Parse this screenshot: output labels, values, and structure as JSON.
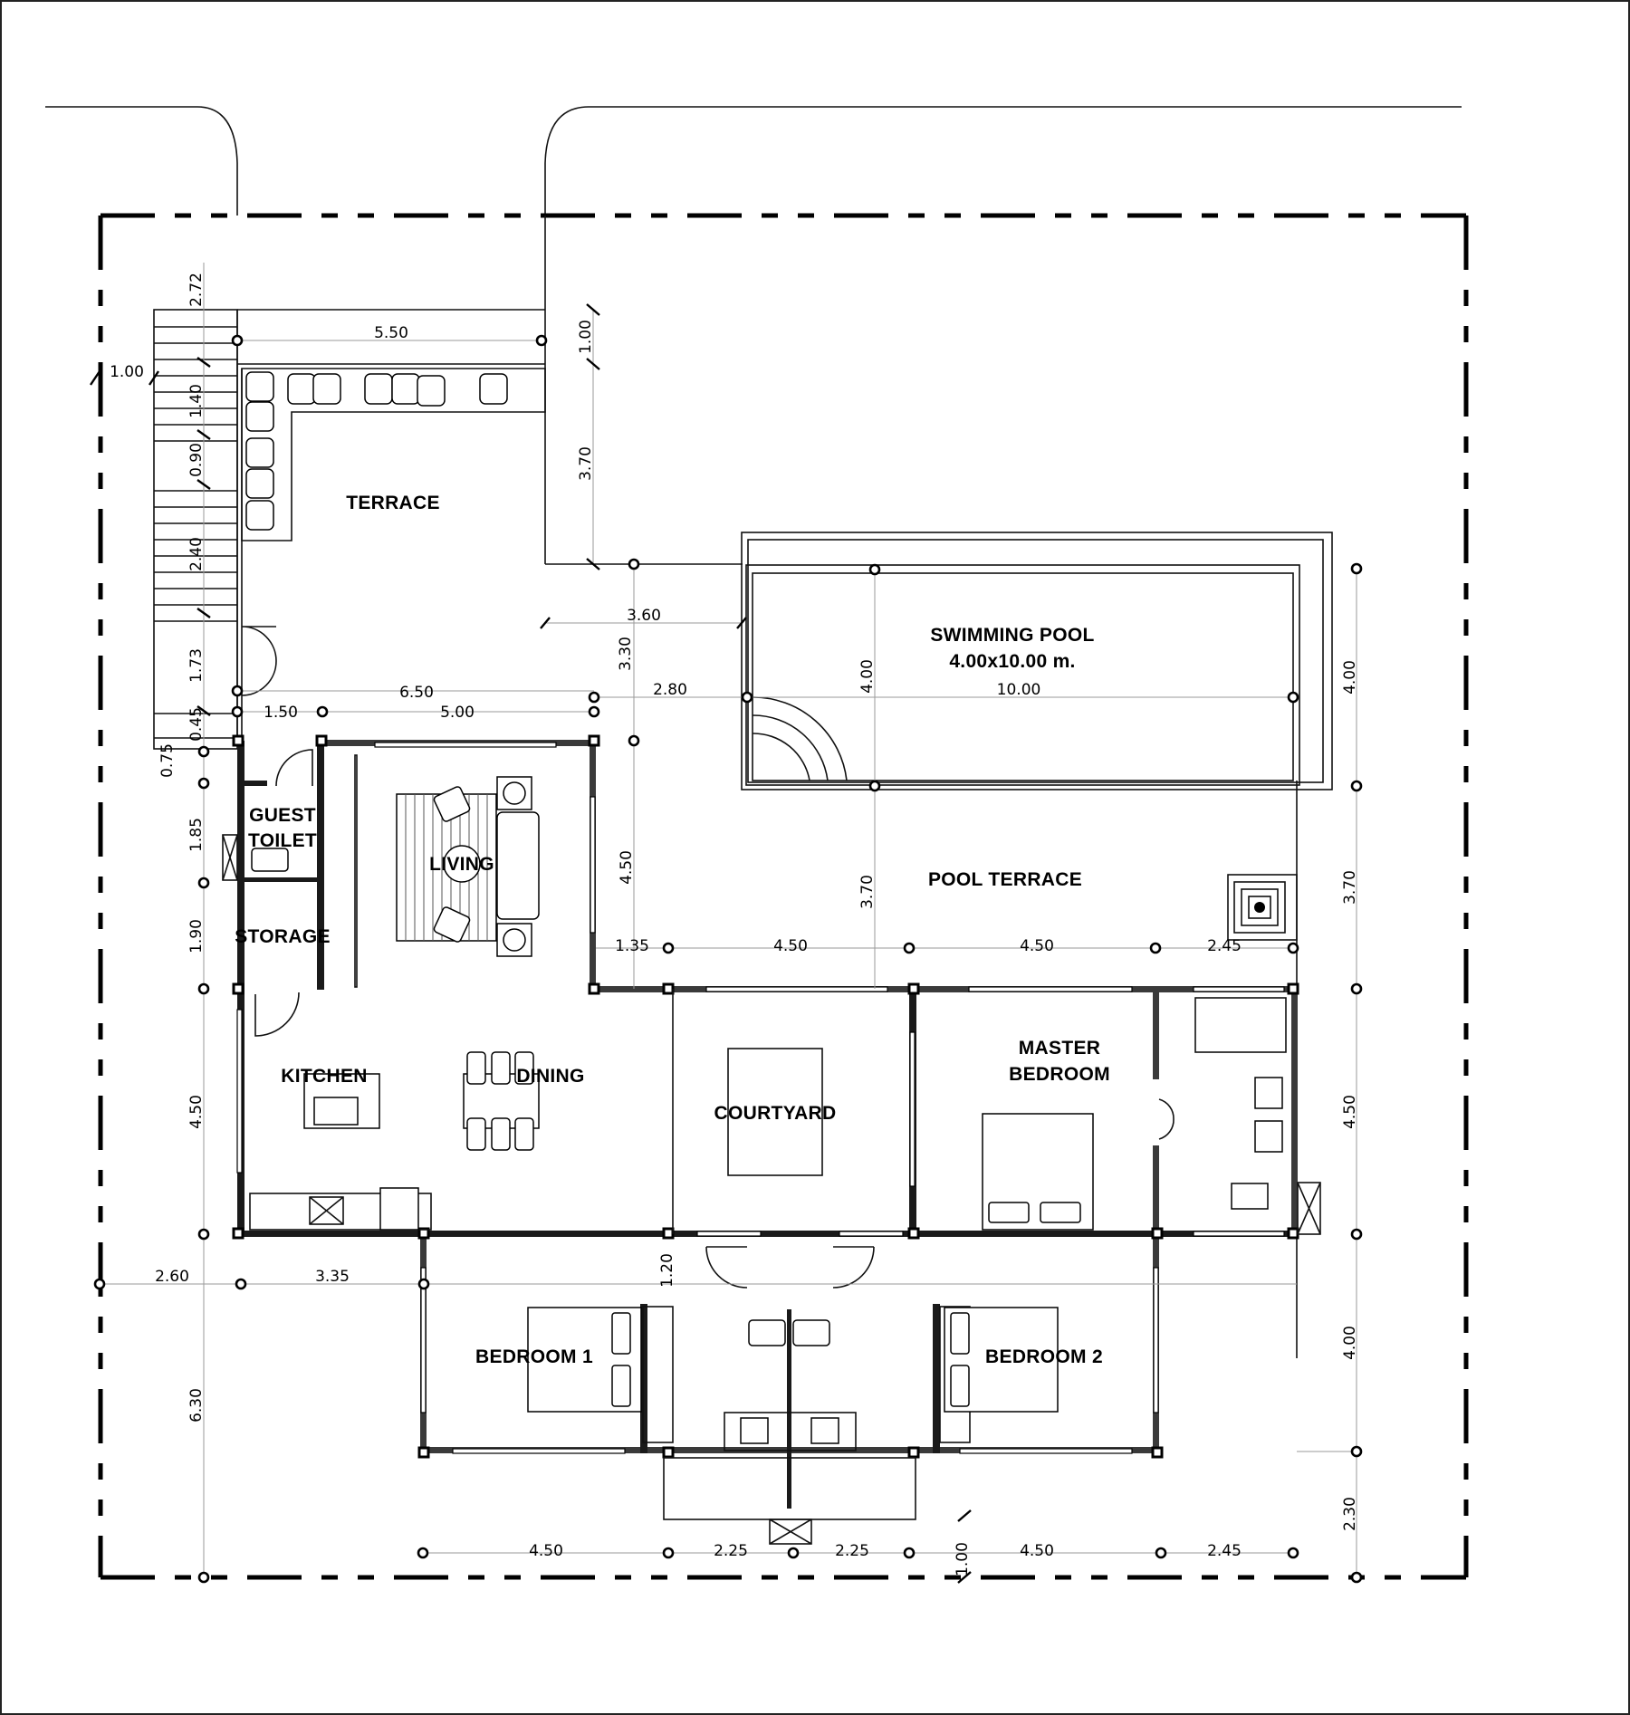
{
  "drawing": {
    "type": "architectural floor plan",
    "colors": {
      "ink": "#000000",
      "paper": "#ffffff",
      "dimension_line": "#9a9a9a"
    }
  },
  "rooms": {
    "terrace": "TERRACE",
    "swimming_pool": "SWIMMING POOL",
    "swimming_pool_size": "4.00x10.00  m.",
    "pool_terrace": "POOL  TERRACE",
    "guest_toilet_line1": "GUEST",
    "guest_toilet_line2": "TOILET",
    "storage": "STORAGE",
    "living": "LIVING",
    "kitchen": "KITCHEN",
    "dining": "DINING",
    "courtyard": "COURTYARD",
    "master_bedroom_line1": "MASTER",
    "master_bedroom_line2": "BEDROOM",
    "bedroom_1": "BEDROOM  1",
    "bedroom_2": "BEDROOM  2"
  },
  "dimensions": {
    "top": {
      "terrace_width": "5.50",
      "terrace_bar_depth": "1.00",
      "terrace_depth": "3.70",
      "pool_offset_x": "3.60",
      "pool_offset_y": "3.30",
      "pool_gap": "2.80",
      "pool_width": "4.00",
      "pool_length": "10.00"
    },
    "left_stair": {
      "stair_top": "2.72",
      "stair_width": "1.00",
      "seg_1": "1.40",
      "seg_2": "0.90",
      "seg_3": "2.40",
      "seg_4": "1.73",
      "seg_5": "0.45",
      "seg_6": "0.75"
    },
    "west_wing": {
      "overall": "6.50",
      "guest_toilet_width": "1.50",
      "living_width": "5.00",
      "toilet_depth": "1.85",
      "storage_depth": "1.90",
      "living_depth": "4.50",
      "kitchen_depth": "4.50"
    },
    "south_row": {
      "seg_1": "1.35",
      "seg_2": "4.50",
      "seg_3": "4.50",
      "seg_4": "2.45"
    },
    "right_column": {
      "pool": "4.00",
      "pool_terrace": "3.70",
      "master": "4.50",
      "bedroom2": "4.00",
      "setback": "2.30"
    },
    "pool_terrace_mid": "3.70",
    "lower_left": {
      "setback_x": "2.60",
      "kitchen_offset": "3.35",
      "setback_y": "6.30",
      "corridor": "1.20"
    },
    "bottom": {
      "bedroom1": "4.50",
      "bath_1": "2.25",
      "bath_2": "2.25",
      "bedroom2": "4.50",
      "end": "2.45",
      "step": "1.00"
    }
  }
}
